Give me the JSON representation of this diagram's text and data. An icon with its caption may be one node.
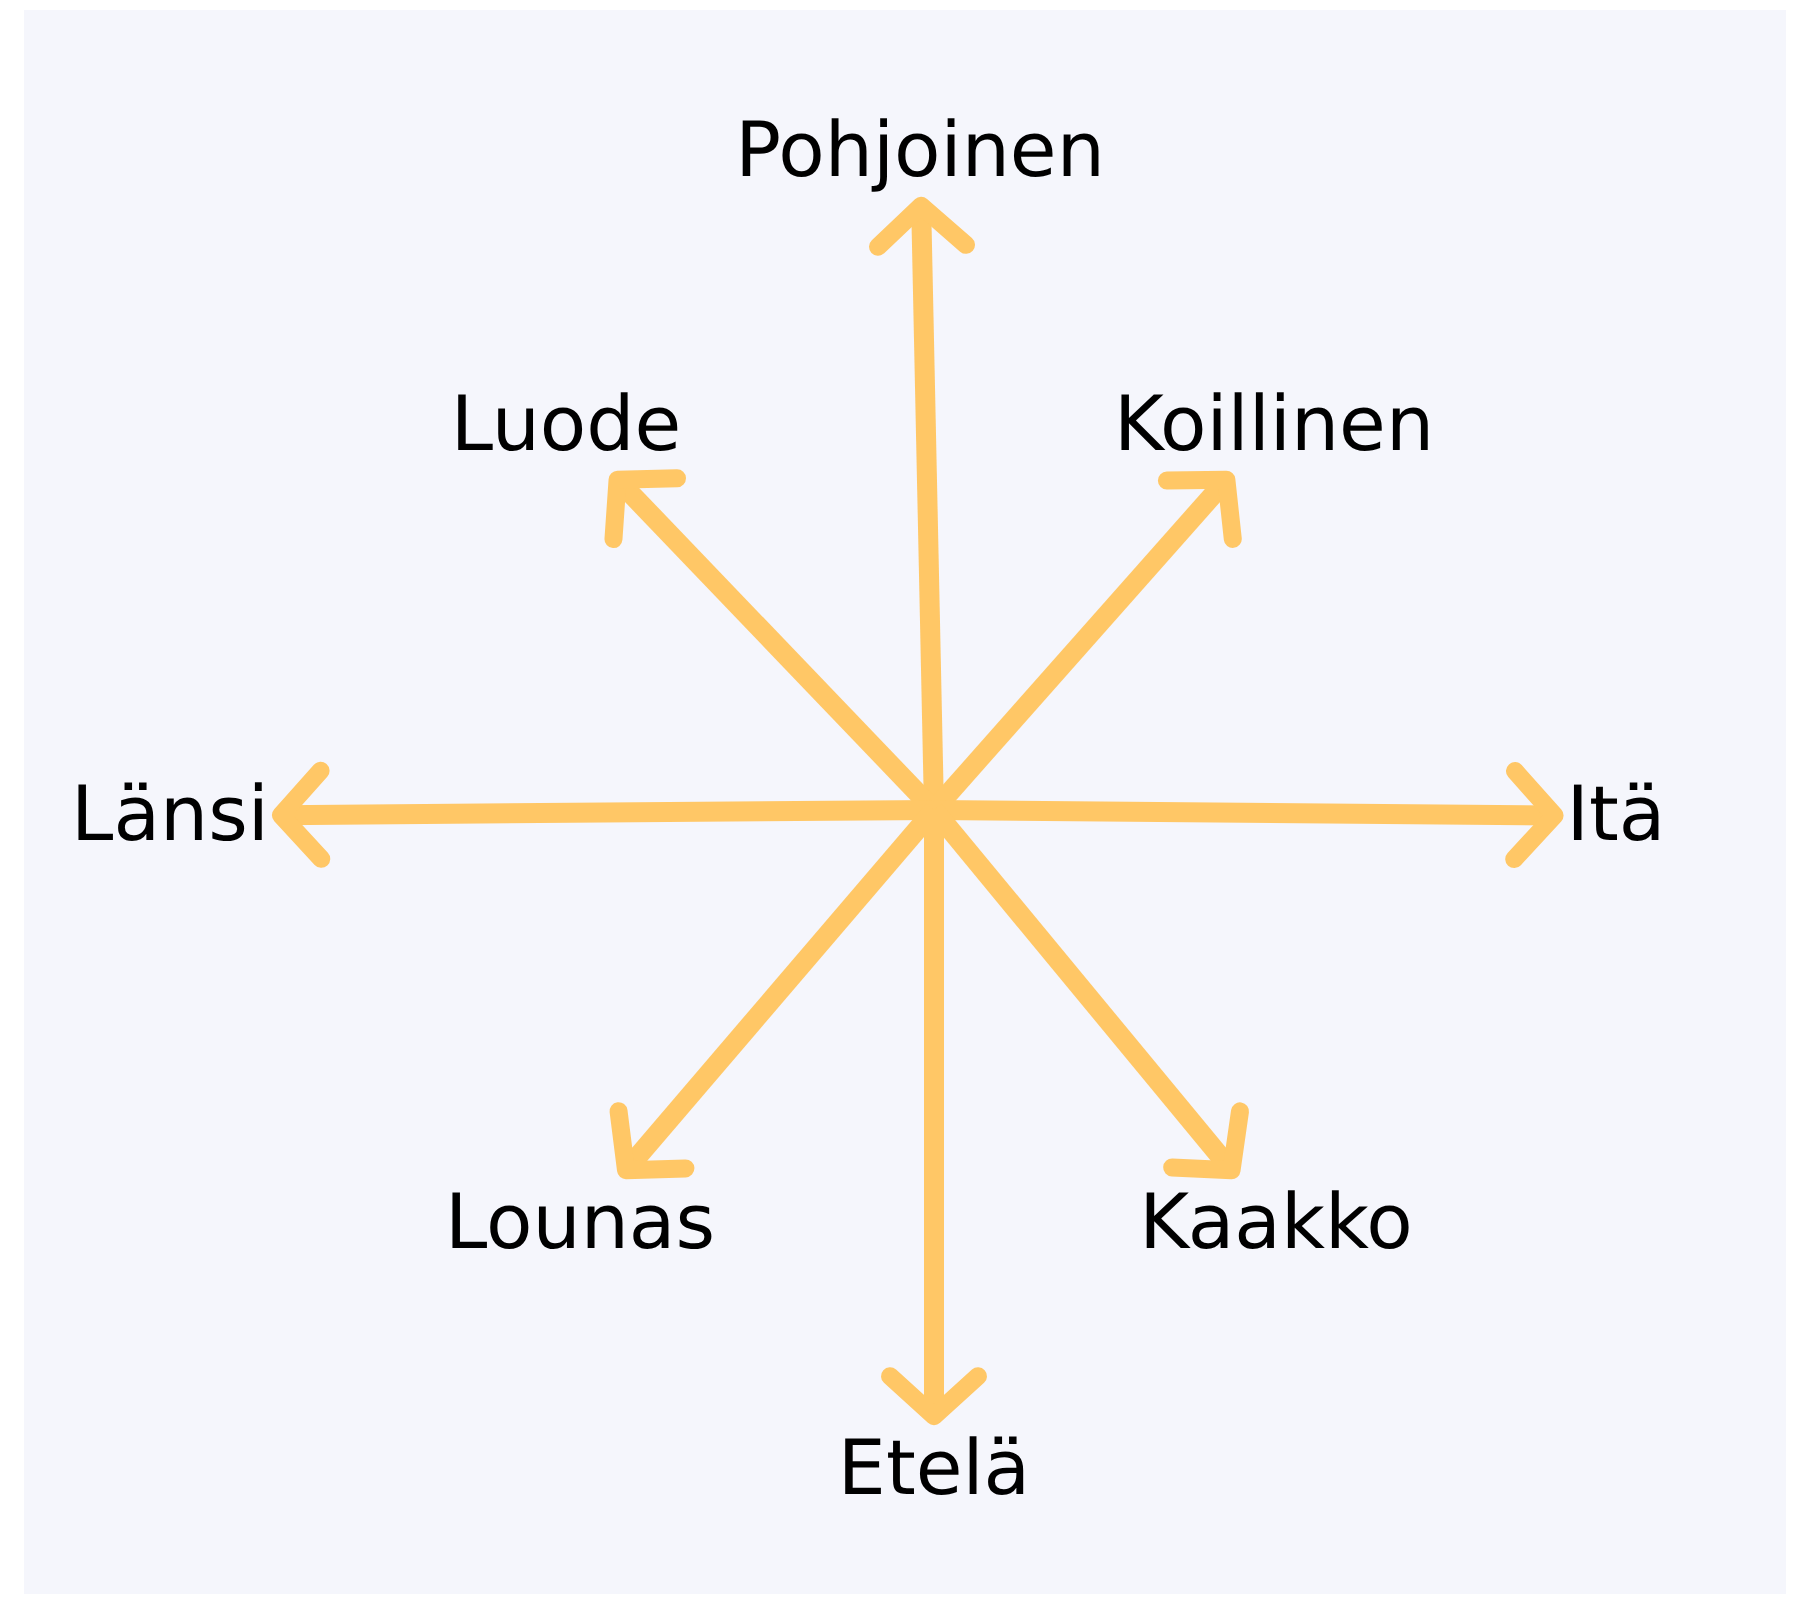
{
  "diagram": {
    "nodes": [
      {
        "text": [
          "Pohjoinen"
        ]
      },
      {
        "text": [
          "Luode"
        ]
      },
      {
        "text": [
          "Koillinen"
        ]
      },
      {
        "text": [
          "Länsi"
        ]
      },
      {
        "text": [
          "Itä"
        ]
      },
      {
        "text": [
          "Lounas"
        ]
      },
      {
        "text": [
          "Kaakko"
        ]
      },
      {
        "text": [
          "Etelä"
        ]
      }
    ],
    "edges": [
      {
        "from": null,
        "to": 0,
        "arrow": "to"
      },
      {
        "from": null,
        "to": 1,
        "arrow": "to"
      },
      {
        "from": null,
        "to": 2,
        "arrow": "to"
      },
      {
        "from": null,
        "to": 3,
        "arrow": "to"
      },
      {
        "from": null,
        "to": 4,
        "arrow": "to"
      },
      {
        "from": null,
        "to": 5,
        "arrow": "to"
      },
      {
        "from": null,
        "to": 6,
        "arrow": "to"
      },
      {
        "from": null,
        "to": 7,
        "arrow": "to"
      }
    ]
  }
}
